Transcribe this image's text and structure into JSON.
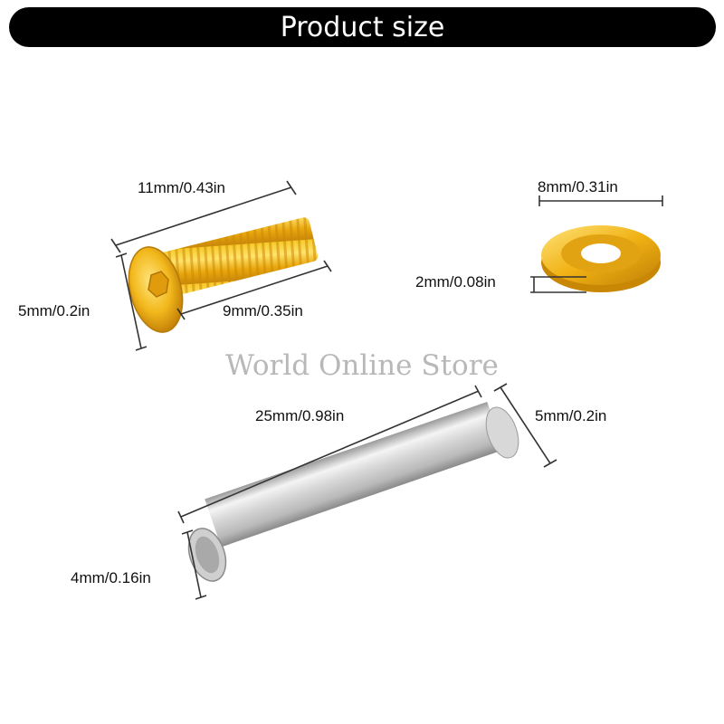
{
  "header": {
    "title": "Product size"
  },
  "watermark": "World Online Store",
  "screw": {
    "length_label": "11mm/0.43in",
    "head_label": "5mm/0.2in",
    "thread_label": "9mm/0.35in",
    "color": "#e8a80f"
  },
  "washer": {
    "diameter_label": "8mm/0.31in",
    "thickness_label": "2mm/0.08in",
    "color": "#e8a80f"
  },
  "tube": {
    "length_label": "25mm/0.98in",
    "outer_label": "5mm/0.2in",
    "inner_label": "4mm/0.16in",
    "color": "#c8c8c8"
  }
}
